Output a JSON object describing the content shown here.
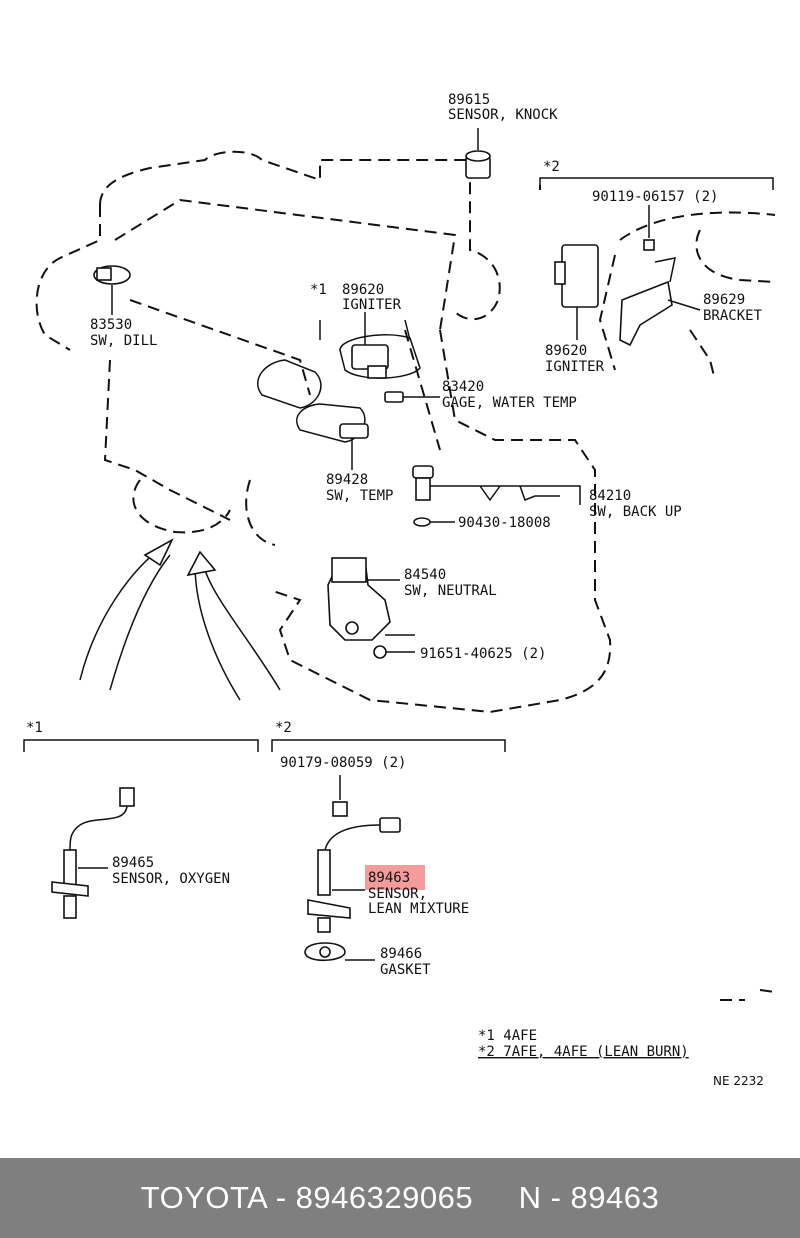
{
  "parts": [
    {
      "id": "knock",
      "number": "89615",
      "name": "SENSOR, KNOCK"
    },
    {
      "id": "dill",
      "number": "83530",
      "name": "SW, DILL"
    },
    {
      "id": "igniter1",
      "number": "89620",
      "name": "IGNITER",
      "prefix": "*1"
    },
    {
      "id": "igniter2",
      "number": "89620",
      "name": "IGNITER"
    },
    {
      "id": "bolt2",
      "number": "90119-06157 (2)"
    },
    {
      "id": "bracket",
      "number": "89629",
      "name": "BRACKET"
    },
    {
      "id": "gage",
      "number": "83420",
      "name": "GAGE, WATER TEMP"
    },
    {
      "id": "swtemp",
      "number": "89428",
      "name": "SW, TEMP"
    },
    {
      "id": "backup",
      "number": "84210",
      "name": "SW, BACK UP"
    },
    {
      "id": "gasket1",
      "number": "90430-18008"
    },
    {
      "id": "neutral",
      "number": "84540",
      "name": "SW, NEUTRAL"
    },
    {
      "id": "bolt3",
      "number": "91651-40625 (2)"
    },
    {
      "id": "nut",
      "number": "90179-08059 (2)"
    },
    {
      "id": "oxygen",
      "number": "89465",
      "name": "SENSOR, OXYGEN"
    },
    {
      "id": "lean",
      "number": "89463",
      "name_line1": "SENSOR,",
      "name_line2": "LEAN MIXTURE"
    },
    {
      "id": "gasket2",
      "number": "89466",
      "name": "GASKET"
    }
  ],
  "section_marks": {
    "top_right": "*2",
    "left": "*1",
    "right": "*2"
  },
  "legend": [
    "*1  4AFE",
    "*2  7AFE, 4AFE (LEAN BURN)"
  ],
  "diagram_code": "NE 2232",
  "highlight_color": "#f28b8b",
  "footer": {
    "text": "TOYOTA - 8946329065     N - 89463",
    "background": "#7f7f7f"
  }
}
